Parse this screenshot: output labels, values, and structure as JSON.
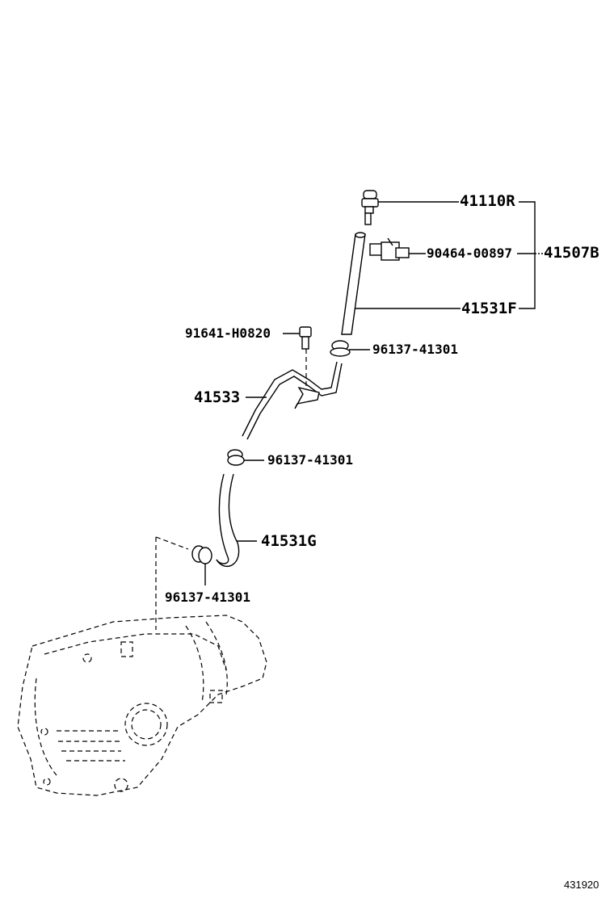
{
  "diagram": {
    "title": "Transfer / Differential Breather Hose Parts Diagram",
    "parts": [
      {
        "id": "p41110R",
        "number": "41110R",
        "description": "breather plug"
      },
      {
        "id": "p90464",
        "number": "90464-00897",
        "description": "clamp"
      },
      {
        "id": "p41507B",
        "number": "41507B",
        "description": "assembly group (includes 41110R, 90464-00897, 41531F)"
      },
      {
        "id": "p41531F",
        "number": "41531F",
        "description": "breather hose (upper)"
      },
      {
        "id": "p91641",
        "number": "91641-H0820",
        "description": "bolt"
      },
      {
        "id": "p96137a",
        "number": "96137-41301",
        "description": "hose clip (upper)"
      },
      {
        "id": "p41533",
        "number": "41533",
        "description": "breather pipe"
      },
      {
        "id": "p96137b",
        "number": "96137-41301",
        "description": "hose clip (middle)"
      },
      {
        "id": "p41531G",
        "number": "41531G",
        "description": "breather hose (lower)"
      },
      {
        "id": "p96137c",
        "number": "96137-41301",
        "description": "hose clip (lower)"
      }
    ],
    "housing": "differential carrier housing (dashed reference)",
    "reference_number": "431920"
  }
}
